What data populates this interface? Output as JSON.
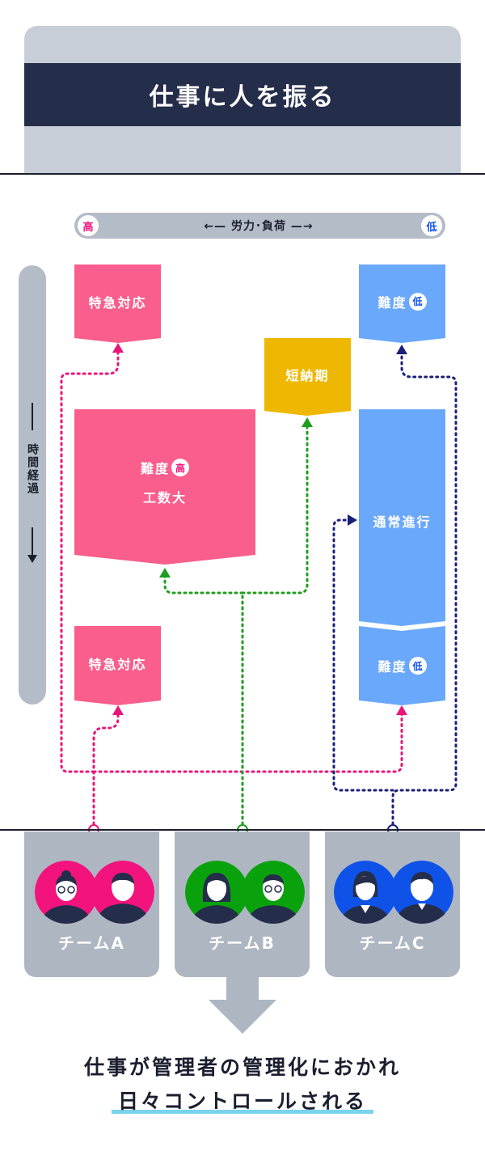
{
  "header": {
    "title": "仕事に人を振る"
  },
  "effort_axis": {
    "label": "←— 労力･負荷 —→",
    "high": "高",
    "low": "低"
  },
  "time_axis": {
    "label": "時間経過"
  },
  "tasks": {
    "urgent_1": {
      "label": "特急対応"
    },
    "short_deadline": {
      "label": "短納期"
    },
    "hard_low_1": {
      "label": "難度",
      "badge": "低"
    },
    "big_task": {
      "line1": "難度",
      "badge": "高",
      "line2": "工数大"
    },
    "normal": {
      "label": "通常進行"
    },
    "urgent_2": {
      "label": "特急対応"
    },
    "hard_low_2": {
      "label": "難度",
      "badge": "低"
    }
  },
  "teams": [
    {
      "label": "チームA",
      "color": "#f2137d",
      "line_color": "#e8157a"
    },
    {
      "label": "チームB",
      "color": "#0aa20c",
      "line_color": "#1f9d1f"
    },
    {
      "label": "チームC",
      "color": "#0f52e8",
      "line_color": "#1a1f7a"
    }
  ],
  "conclusion": {
    "line1": "仕事が管理者の管理化におかれ",
    "line2": "日々コントロールされる"
  },
  "colors": {
    "navy": "#242d4a",
    "pink": "#f95e8c",
    "yellow": "#efb800",
    "blue": "#6aa8fb",
    "gray": "#b4bcc8",
    "underline": "#7ad3ec"
  }
}
